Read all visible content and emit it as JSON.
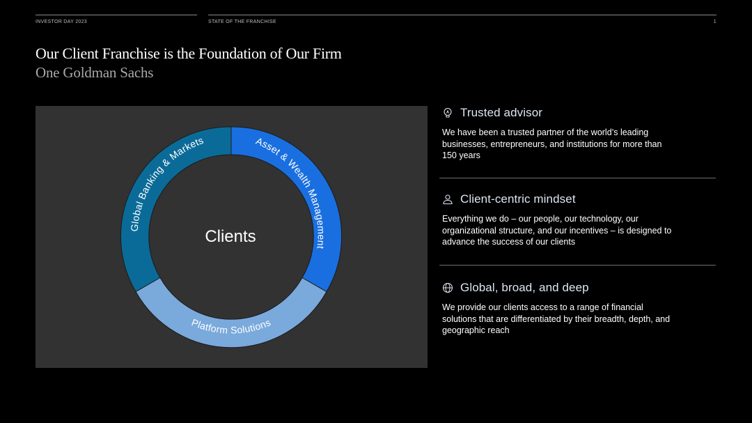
{
  "header": {
    "left": "INVESTOR DAY 2023",
    "center": "STATE OF THE FRANCHISE",
    "page": "1"
  },
  "title": "Our Client Franchise is the Foundation of Our Firm",
  "subtitle": "One Goldman Sachs",
  "diagram": {
    "center_label": "Clients",
    "segments": [
      {
        "label": "Global Banking & Markets",
        "color": "#0b6b98"
      },
      {
        "label": "Asset & Wealth Management",
        "color": "#1a6fe0"
      },
      {
        "label": "Platform Solutions",
        "color": "#7aa9dc"
      }
    ]
  },
  "items": [
    {
      "icon": "lightbulb-icon",
      "title": "Trusted advisor",
      "body": "We have been a trusted partner of the world’s leading businesses, entrepreneurs, and institutions for more than 150 years"
    },
    {
      "icon": "person-icon",
      "title": "Client-centric mindset",
      "body": "Everything we do – our people, our technology, our organizational structure, and our incentives – is designed to advance the success of our clients"
    },
    {
      "icon": "globe-icon",
      "title": "Global, broad, and deep",
      "body": "We provide our clients access to a range of financial solutions that are differentiated by their breadth, depth, and geographic reach"
    }
  ]
}
